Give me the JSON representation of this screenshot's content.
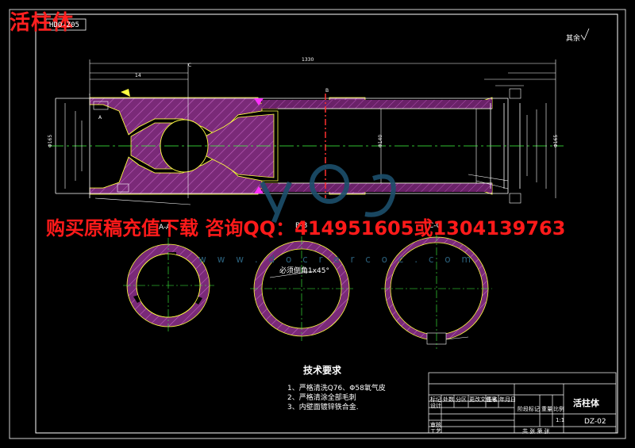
{
  "watermark": {
    "title": "活柱体",
    "purchase": "购买原稿充值下载 咨询QQ：414951605或1304139763",
    "site_url": "w w w . d o c r e r c o c . c o m"
  },
  "drawing": {
    "code_top_left": "HDO-Z05",
    "roughness_note": "其余",
    "section_a_label": "A-A",
    "section_b_label": "B-B",
    "section_c_label": "C-C",
    "chamfer_note": "必须倒角1x45°",
    "overall_dim": "1330"
  },
  "tech_requirements": {
    "heading": "技术要求",
    "items": [
      "1、严格清洗Q76、Φ58氧气皮",
      "2、严格清涂全部毛刺",
      "3、内壁面镀锌铁合金."
    ]
  },
  "title_block": {
    "part_name": "活柱体",
    "drawing_no": "DZ-02",
    "scale": "1:1",
    "row_labels": [
      "标记",
      "设计",
      "审核",
      "工艺"
    ],
    "col_labels": [
      "处数",
      "分区",
      "更改文件号",
      "签名",
      "年月日"
    ],
    "stage_labels": [
      "阶段标记",
      "重量",
      "比例"
    ],
    "sheet_text": "共 张 第 张"
  }
}
